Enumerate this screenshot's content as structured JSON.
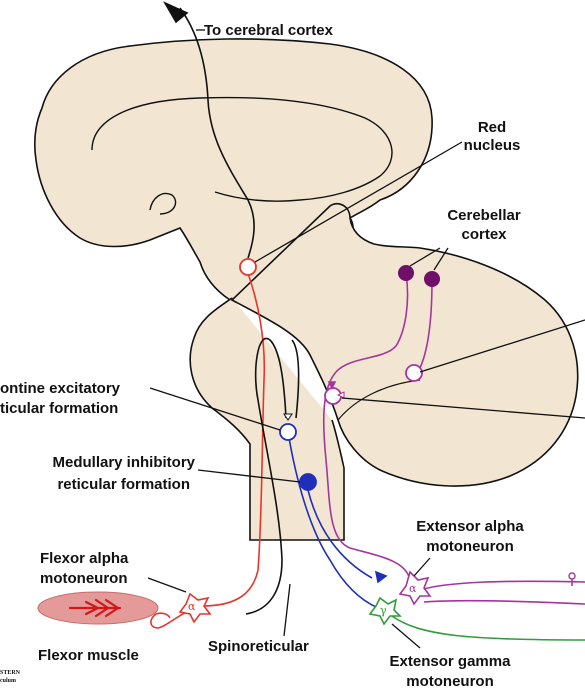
{
  "labels": {
    "to_cortex": "To cerebral cortex",
    "red_nucleus_1": "Red",
    "red_nucleus_2": "nucleus",
    "cerebellar_1": "Cerebellar",
    "cerebellar_2": "cortex",
    "pontine_1": "ontine excitatory",
    "pontine_2": "ticular formation",
    "medullary_1": "Medullary inhibitory",
    "medullary_2": "reticular formation",
    "ext_alpha_1": "Extensor alpha",
    "ext_alpha_2": "motoneuron",
    "flex_alpha_1": "Flexor alpha",
    "flex_alpha_2": "motoneuron",
    "flexor_muscle": "Flexor muscle",
    "spinoreticular": "Spinoreticular",
    "ext_gamma_1": "Extensor gamma",
    "ext_gamma_2": "motoneuron",
    "logo_1": "STERN",
    "logo_2": "culum"
  },
  "symbols": {
    "alpha": "α",
    "gamma": "γ"
  },
  "colors": {
    "brain_fill": "#f2e6d2",
    "outline": "#111111",
    "red_pathway": "#e8352b",
    "purple_pathway": "#a5359e",
    "cerebellar_neuron": "#6f0f6a",
    "blue_pathway": "#1f2fb8",
    "green_pathway": "#2e9d3a",
    "muscle_fill": "#e59a9a"
  }
}
